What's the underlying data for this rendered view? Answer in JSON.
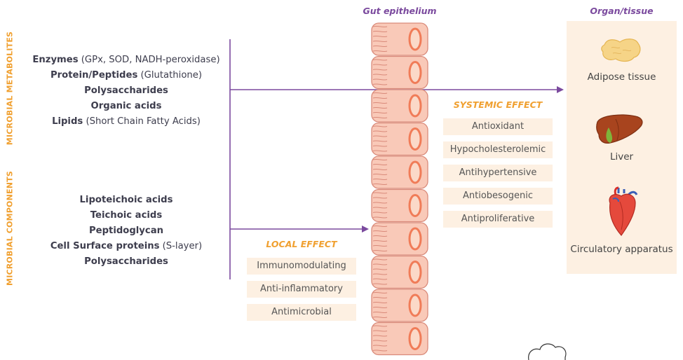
{
  "side_labels": {
    "metabolites": "MICROBIAL METABOLITES",
    "components": "MICROBIAL COMPONENTS"
  },
  "metabolites": [
    {
      "bold": "Enzymes",
      "normal": " (GPx, SOD, NADH-peroxidase)"
    },
    {
      "bold": "Protein/Peptides",
      "normal": " (Glutathione)"
    },
    {
      "bold": "Polysaccharides",
      "normal": ""
    },
    {
      "bold": "Organic acids",
      "normal": ""
    },
    {
      "bold": "Lipids",
      "normal": " (Short Chain Fatty Acids)"
    }
  ],
  "components": [
    {
      "bold": "Lipoteichoic acids",
      "normal": ""
    },
    {
      "bold": "Teichoic acids",
      "normal": ""
    },
    {
      "bold": "Peptidoglycan",
      "normal": ""
    },
    {
      "bold": "Cell Surface proteins",
      "normal": " (S-layer)"
    },
    {
      "bold": "Polysaccharides",
      "normal": ""
    }
  ],
  "gut": {
    "title": "Gut epithelium"
  },
  "local_effect": {
    "title": "LOCAL EFFECT",
    "items": [
      "Immunomodulating",
      "Anti-inflammatory",
      "Antimicrobial"
    ]
  },
  "systemic_effect": {
    "title": "SYSTEMIC EFFECT",
    "items": [
      "Antioxidant",
      "Hypocholesterolemic",
      "Antihypertensive",
      "Antiobesogenic",
      "Antiproliferative"
    ]
  },
  "organ": {
    "title": "Organ/tissue",
    "items": [
      {
        "label": "Adipose tissue",
        "icon": "adipose-icon"
      },
      {
        "label": "Liver",
        "icon": "liver-icon"
      },
      {
        "label": "Circulatory apparatus",
        "icon": "heart-icon"
      }
    ]
  },
  "colors": {
    "orange": "#f0a030",
    "purple": "#7b4a9e",
    "cell_fill": "#f9c9b8",
    "cell_stroke": "#d98a7a",
    "nucleus": "#f07c58",
    "box_fill": "#fdf0e2"
  }
}
